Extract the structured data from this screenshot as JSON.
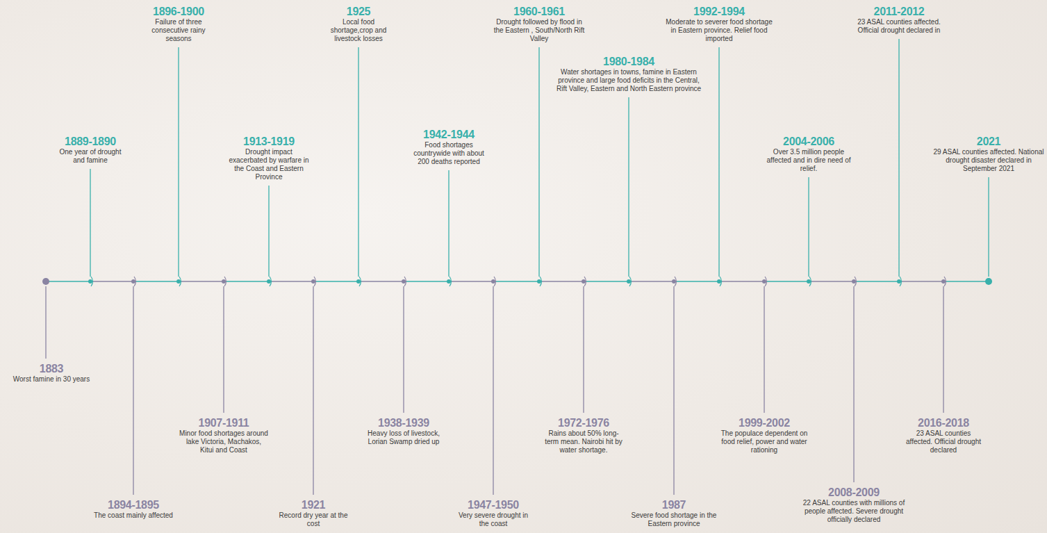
{
  "diagram": {
    "labels": [
      "1883",
      "Worst famine in 30 years",
      "1889-1890",
      "One year of drought and famine",
      "1894-1895",
      "The coast mainly affected",
      "1896-1900",
      "Failure of three consecutive rainy seasons",
      "1907-1911",
      "Minor food shortages around lake Victoria, Machakos, Kitui and Coast",
      "1913-1919",
      "Drought impact exacerbated by warfare in the Coast and Eastern Province",
      "1921",
      "Record dry year at the cost",
      "1925",
      "Local food shortage,crop and livestock losses",
      "1938-1939",
      "Heavy loss of livestock, Lorian Swamp dried up",
      "1942-1944",
      "Food shortages countrywide with about 200 deaths reported",
      "1947-1950",
      "Very severe drought in the coast",
      "1960-1961",
      "Drought followed by flood in the Eastern , South/North Rift Valley",
      "1972-1976",
      "Rains about 50% long-term mean. Nairobi hit by water shortage.",
      "1980-1984",
      "Water shortages in towns, famine in Eastern province and large food deficits in the Central, Rift Valley, Eastern and North Eastern province",
      "1987",
      "Severe food shortage in the Eastern province",
      "1992-1994",
      "Moderate to severer food shortage in Eastern province. Relief food imported",
      "1999-2002",
      "The populace dependent on food relief, power and water rationing",
      "2004-2006",
      "Over 3.5 million people affected and in dire need of relief.",
      "2008-2009",
      "22 ASAL counties with millions of people affected. Severe drought officially declared",
      "2011-2012",
      "23 ASAL counties affected. Official drought declared in",
      "2016-2018",
      "23 ASAL counties affected. Official drought declared",
      "2021",
      "29 ASAL counties affected. National drought disaster declared in September 2021"
    ]
  }
}
